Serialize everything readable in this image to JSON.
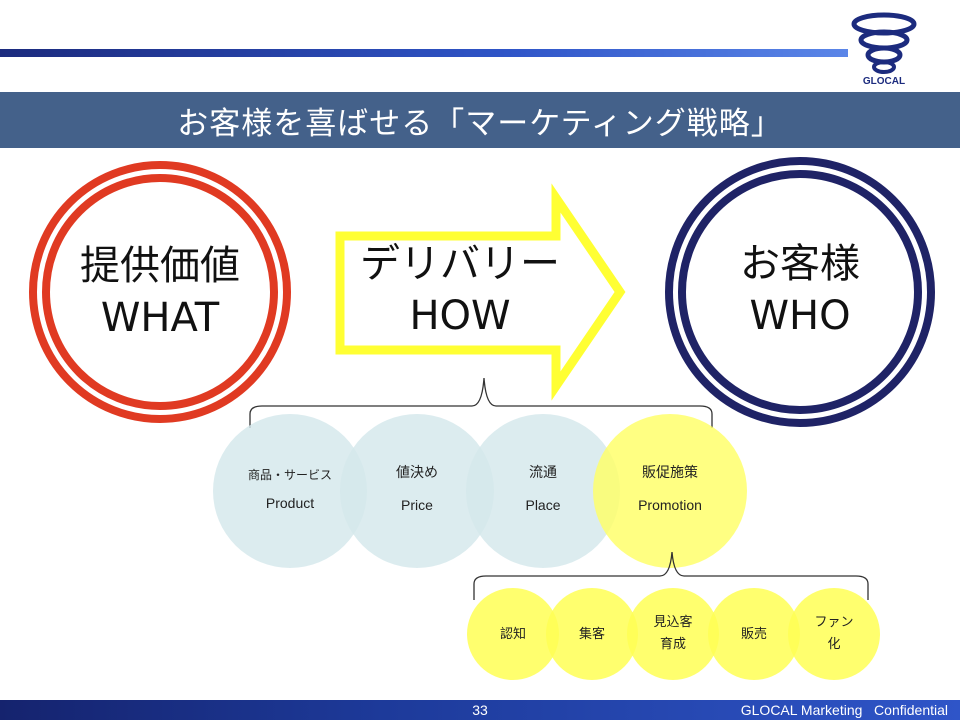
{
  "slide": {
    "title": "お客様を喜ばせる「マーケティング戦略」",
    "page_number": "33",
    "footer": "GLOCAL Marketing   Confidential",
    "logo_text": "GLOCAL"
  },
  "diagram": {
    "what": {
      "line1": "提供価値",
      "line2": "WHAT"
    },
    "how": {
      "line1": "デリバリー",
      "line2": "HOW"
    },
    "who": {
      "line1": "お客様",
      "line2": "WHO"
    },
    "mix": [
      {
        "jp": "商品・サービス",
        "en": "Product"
      },
      {
        "jp": "値決め",
        "en": "Price"
      },
      {
        "jp": "流通",
        "en": "Place"
      },
      {
        "jp": "販促施策",
        "en": "Promotion"
      }
    ],
    "promotion_steps": [
      {
        "line1": "認知",
        "line2": ""
      },
      {
        "line1": "集客",
        "line2": ""
      },
      {
        "line1": "見込客",
        "line2": "育成"
      },
      {
        "line1": "販売",
        "line2": ""
      },
      {
        "line1": "ファン",
        "line2": "化"
      }
    ]
  },
  "colors": {
    "what_ring": "#e03a22",
    "who_ring": "#1f2366",
    "arrow": "#ffff33",
    "mix_circle": "#d4e8ec",
    "promotion_circle": "#ffff66",
    "title_band": "#44618a"
  }
}
